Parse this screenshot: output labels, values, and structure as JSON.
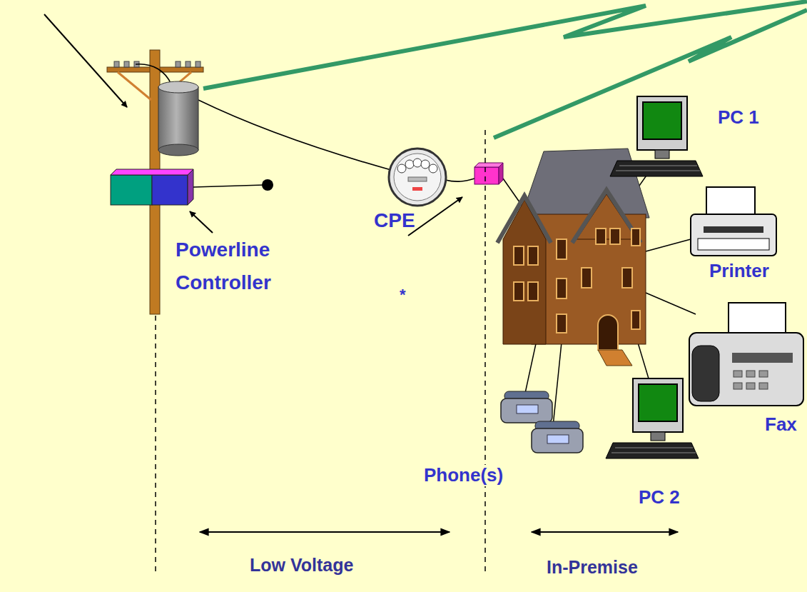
{
  "diagram": {
    "labels": [
      "Powerline Controller",
      "CPE",
      "*",
      "PC 1",
      "Printer",
      "Fax",
      "Phone(s)",
      "PC 2",
      "Low Voltage",
      "In-Premise"
    ]
  }
}
